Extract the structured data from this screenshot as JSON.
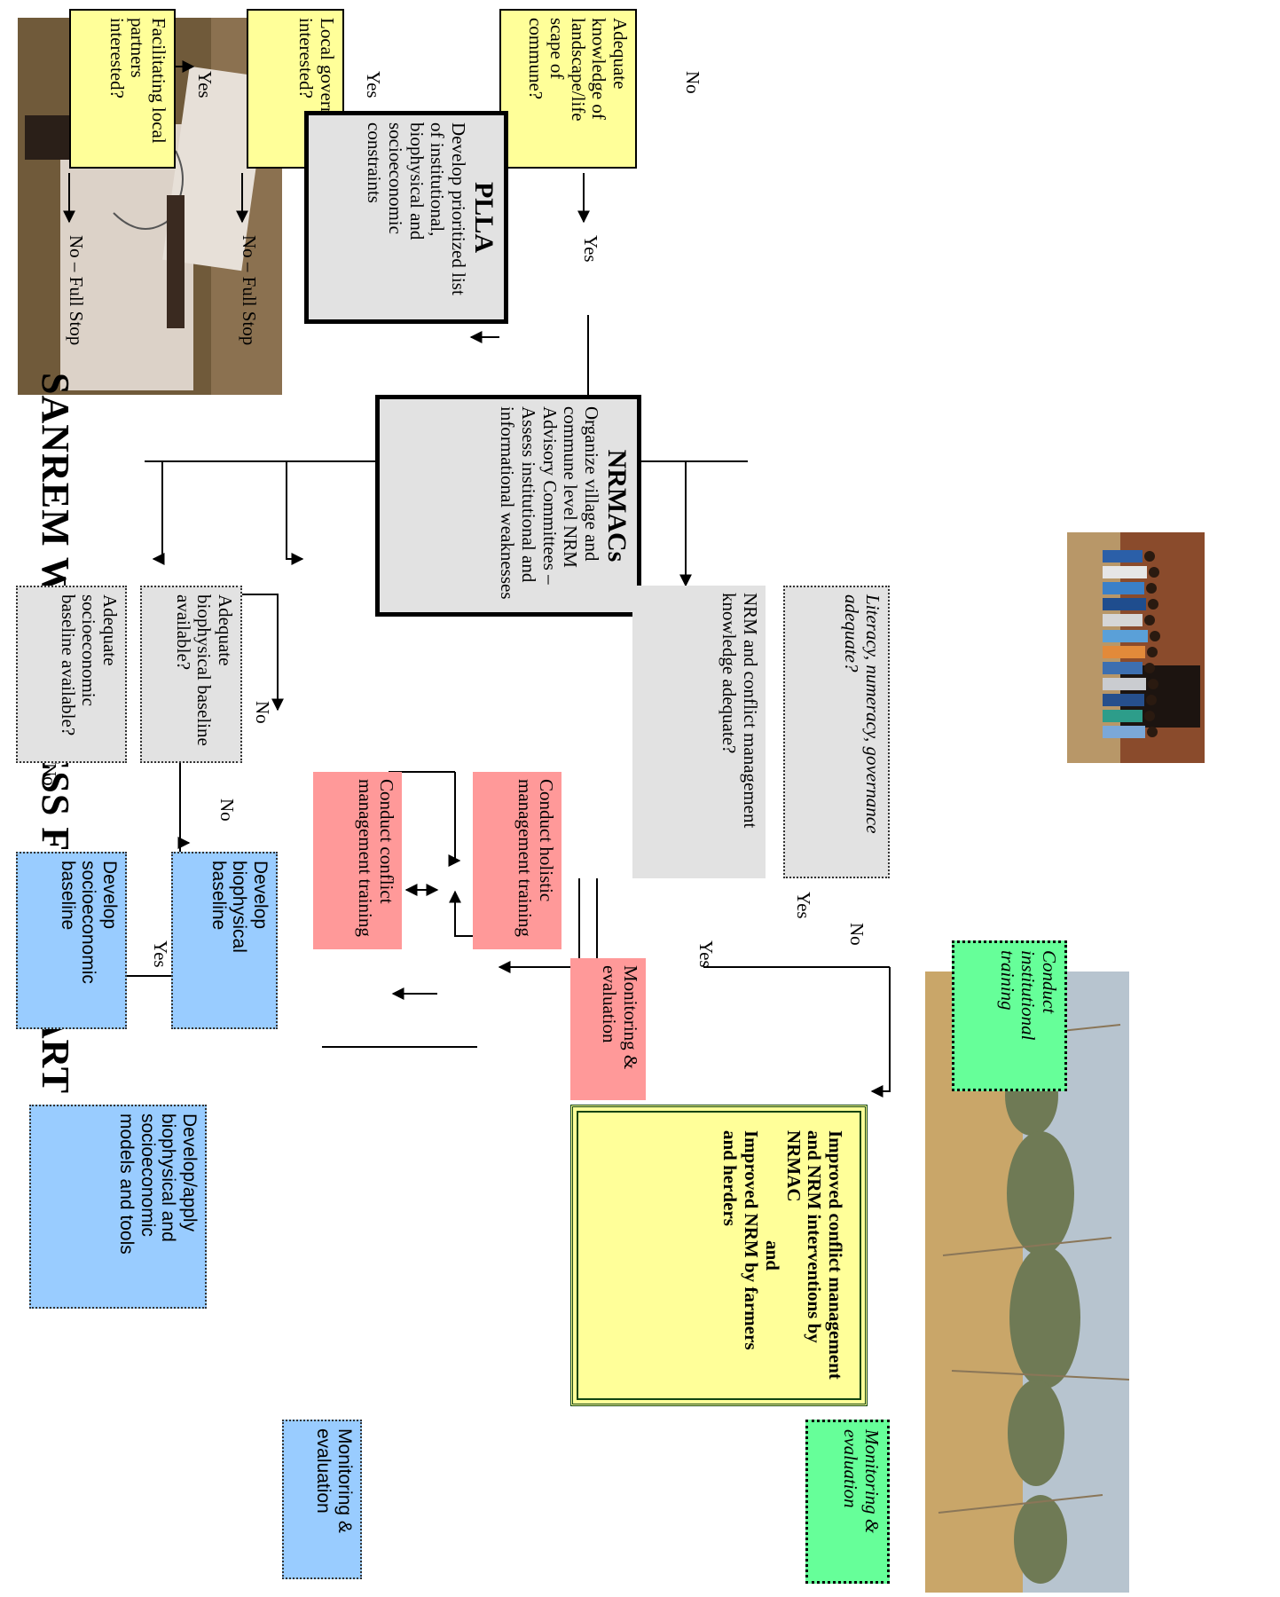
{
  "title": "SANREM WA PROCESS FLOWCHART",
  "decision": {
    "facilitating": "Facilitating local partners interested?",
    "local_gov": "Local government interested?",
    "landscape": "Adequate knowledge of landscape/life scape of commune?",
    "literacy": "Literacy, numeracy, governance adequate?",
    "nrm_knowledge": "NRM and conflict management knowledge adequate?",
    "biophysical": "Adequate biophysical baseline available?",
    "socioeconomic": "Adequate socioeconomic baseline available?"
  },
  "plla": {
    "title": "PLLA",
    "text": "Develop prioritized list of institutional, biophysical and socioeconomic constraints"
  },
  "nrmacs": {
    "title": "NRMACs",
    "text": "Organize village and commune level NRM Advisory Committees – Assess institutional and informational weaknesses"
  },
  "actions": {
    "institutional_training": "Conduct institutional training",
    "holistic_training": "Conduct holistic management training",
    "conflict_training": "Conduct conflict management training",
    "monitoring_pink": "Monitoring & evaluation",
    "monitoring_green": "Monitoring & evaluation",
    "monitoring_blue": "Monitoring & evaluation",
    "dev_biophysical": "Develop biophysical baseline",
    "dev_socioeconomic": "Develop socioeconomic baseline",
    "dev_models": "Develop/apply biophysical and socioeconomic models and tools"
  },
  "outcome": {
    "line1": "Improved conflict management and NRM interventions by NRMAC",
    "and": "and",
    "line2": "Improved NRM by farmers and herders"
  },
  "labels": {
    "yes": "Yes",
    "no": "No",
    "full_stop": "No – Full Stop"
  },
  "colors": {
    "yellow": "#ffff99",
    "grey": "#e2e2e2",
    "pink": "#ff9999",
    "blue": "#99ccff",
    "green": "#66ff99"
  }
}
